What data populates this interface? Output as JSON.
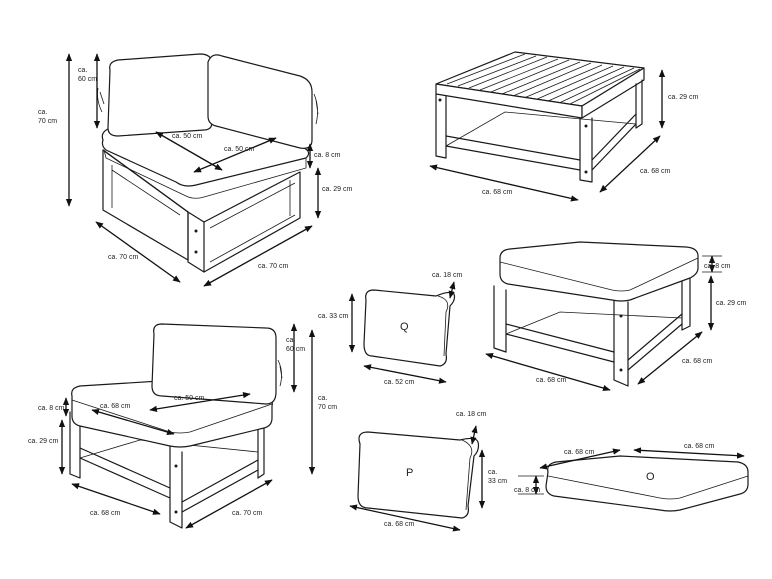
{
  "colors": {
    "line": "#1a1a1a",
    "background": "#ffffff"
  },
  "corner_chair": {
    "d_height_total_1": "ca.",
    "d_height_total_2": "70 cm",
    "d_back_1": "ca.",
    "d_back_2": "60 cm",
    "d_seat_depth_1": "ca. 50 cm",
    "d_seat_depth_2": "ca. 50 cm",
    "d_cushion": "ca. 8 cm",
    "d_frame": "ca. 29 cm",
    "d_width_left": "ca. 70 cm",
    "d_width_right": "ca. 70 cm"
  },
  "table": {
    "d_height": "ca. 29 cm",
    "d_depth": "ca. 68 cm",
    "d_width": "ca. 68 cm"
  },
  "ottoman": {
    "d_cushion": "ca. 8 cm",
    "d_frame": "ca. 29 cm",
    "d_depth": "ca. 68 cm",
    "d_width": "ca. 68 cm"
  },
  "pillow_q": {
    "label": "Q",
    "d_height": "ca. 33 cm",
    "d_thickness": "ca. 18 cm",
    "d_width": "ca. 52 cm"
  },
  "pillow_p": {
    "label": "P",
    "d_height_1": "ca.",
    "d_height_2": "33 cm",
    "d_thickness": "ca. 18 cm",
    "d_width": "ca. 68 cm"
  },
  "cushion_o": {
    "label": "O",
    "d_width_left": "ca. 68 cm",
    "d_width_right": "ca. 68 cm",
    "d_thickness": "ca. 8 cm"
  },
  "middle_chair": {
    "d_height_total_1": "ca.",
    "d_height_total_2": "70 cm",
    "d_back_1": "ca.",
    "d_back_2": "60 cm",
    "d_cushion": "ca. 8 cm",
    "d_seat_width": "ca. 68 cm",
    "d_seat_depth": "ca. 50 cm",
    "d_frame": "ca. 29 cm",
    "d_width_left": "ca. 68 cm",
    "d_width_right": "ca. 70 cm"
  }
}
